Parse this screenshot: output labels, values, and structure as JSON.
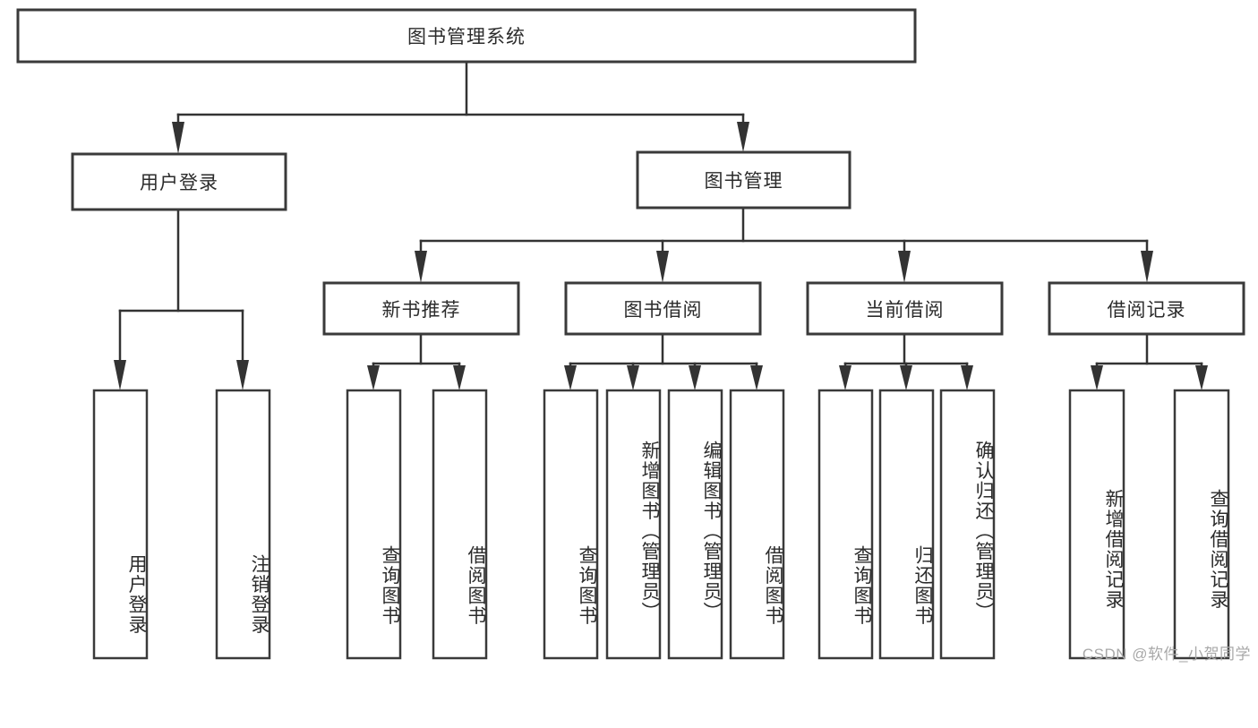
{
  "diagram": {
    "type": "tree-hierarchy",
    "title": "图书管理系统",
    "orientation": "top-down",
    "colors": {
      "box_fill": "#ffffff",
      "box_stroke": "#3a3a3a",
      "connector": "#333333",
      "text": "#2b2b2b",
      "watermark": "#a8a8a8",
      "background": "#ffffff"
    },
    "root": {
      "label": "图书管理系统",
      "orientation": "horizontal"
    },
    "level2": [
      {
        "label": "用户登录",
        "orientation": "horizontal"
      },
      {
        "label": "图书管理",
        "orientation": "horizontal"
      }
    ],
    "level3": [
      {
        "label": "新书推荐",
        "orientation": "horizontal",
        "parent": "图书管理"
      },
      {
        "label": "图书借阅",
        "orientation": "horizontal",
        "parent": "图书管理"
      },
      {
        "label": "当前借阅",
        "orientation": "horizontal",
        "parent": "图书管理"
      },
      {
        "label": "借阅记录",
        "orientation": "horizontal",
        "parent": "图书管理"
      }
    ],
    "leaves": [
      {
        "label": "用户登录",
        "orientation": "vertical",
        "parent": "用户登录"
      },
      {
        "label": "注销登录",
        "orientation": "vertical",
        "parent": "用户登录"
      },
      {
        "label": "查询图书",
        "orientation": "vertical",
        "parent": "新书推荐"
      },
      {
        "label": "借阅图书",
        "orientation": "vertical",
        "parent": "新书推荐"
      },
      {
        "label": "查询图书",
        "orientation": "vertical",
        "parent": "图书借阅"
      },
      {
        "label": "新增图书（管理员）",
        "orientation": "vertical",
        "parent": "图书借阅"
      },
      {
        "label": "编辑图书（管理员）",
        "orientation": "vertical",
        "parent": "图书借阅"
      },
      {
        "label": "借阅图书",
        "orientation": "vertical",
        "parent": "图书借阅"
      },
      {
        "label": "查询图书",
        "orientation": "vertical",
        "parent": "当前借阅"
      },
      {
        "label": "归还图书",
        "orientation": "vertical",
        "parent": "当前借阅"
      },
      {
        "label": "确认归还（管理员）",
        "orientation": "vertical",
        "parent": "当前借阅"
      },
      {
        "label": "新增借阅记录",
        "orientation": "vertical",
        "parent": "借阅记录"
      },
      {
        "label": "查询借阅记录",
        "orientation": "vertical",
        "parent": "借阅记录"
      }
    ]
  },
  "watermark": {
    "text": "CSDN @软件_小贺同学"
  }
}
